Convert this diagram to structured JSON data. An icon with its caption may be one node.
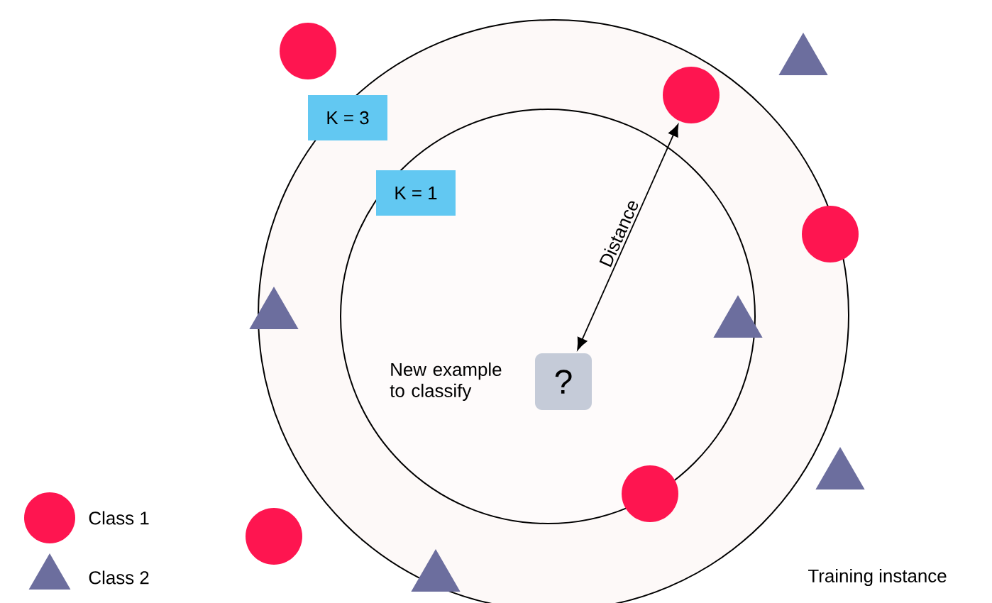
{
  "diagram": {
    "nodes": [
      {
        "text": [],
        "shape": "circle"
      },
      {
        "text": [],
        "shape": "triangle"
      },
      {
        "text": [],
        "shape": "circle"
      },
      {
        "text": [
          "K = 3"
        ]
      },
      {
        "text": [
          "K = 1"
        ]
      },
      {
        "text": [],
        "shape": "circle"
      },
      {
        "text": [],
        "shape": "triangle"
      },
      {
        "text": [],
        "shape": "triangle"
      },
      {
        "text": [
          "?"
        ],
        "beside": [
          "New example to classify"
        ]
      },
      {
        "text": [],
        "shape": "triangle"
      },
      {
        "text": [],
        "shape": "circle"
      },
      {
        "text": [],
        "shape": "circle"
      },
      {
        "text": [],
        "shape": "triangle"
      }
    ],
    "edges": [
      {
        "from": 8,
        "to": 2,
        "arrow": "both",
        "label": "Distance"
      }
    ],
    "labels": [
      "Training instance"
    ],
    "legend": [
      {
        "text": "Class 1"
      },
      {
        "text": "Class 2"
      }
    ]
  }
}
